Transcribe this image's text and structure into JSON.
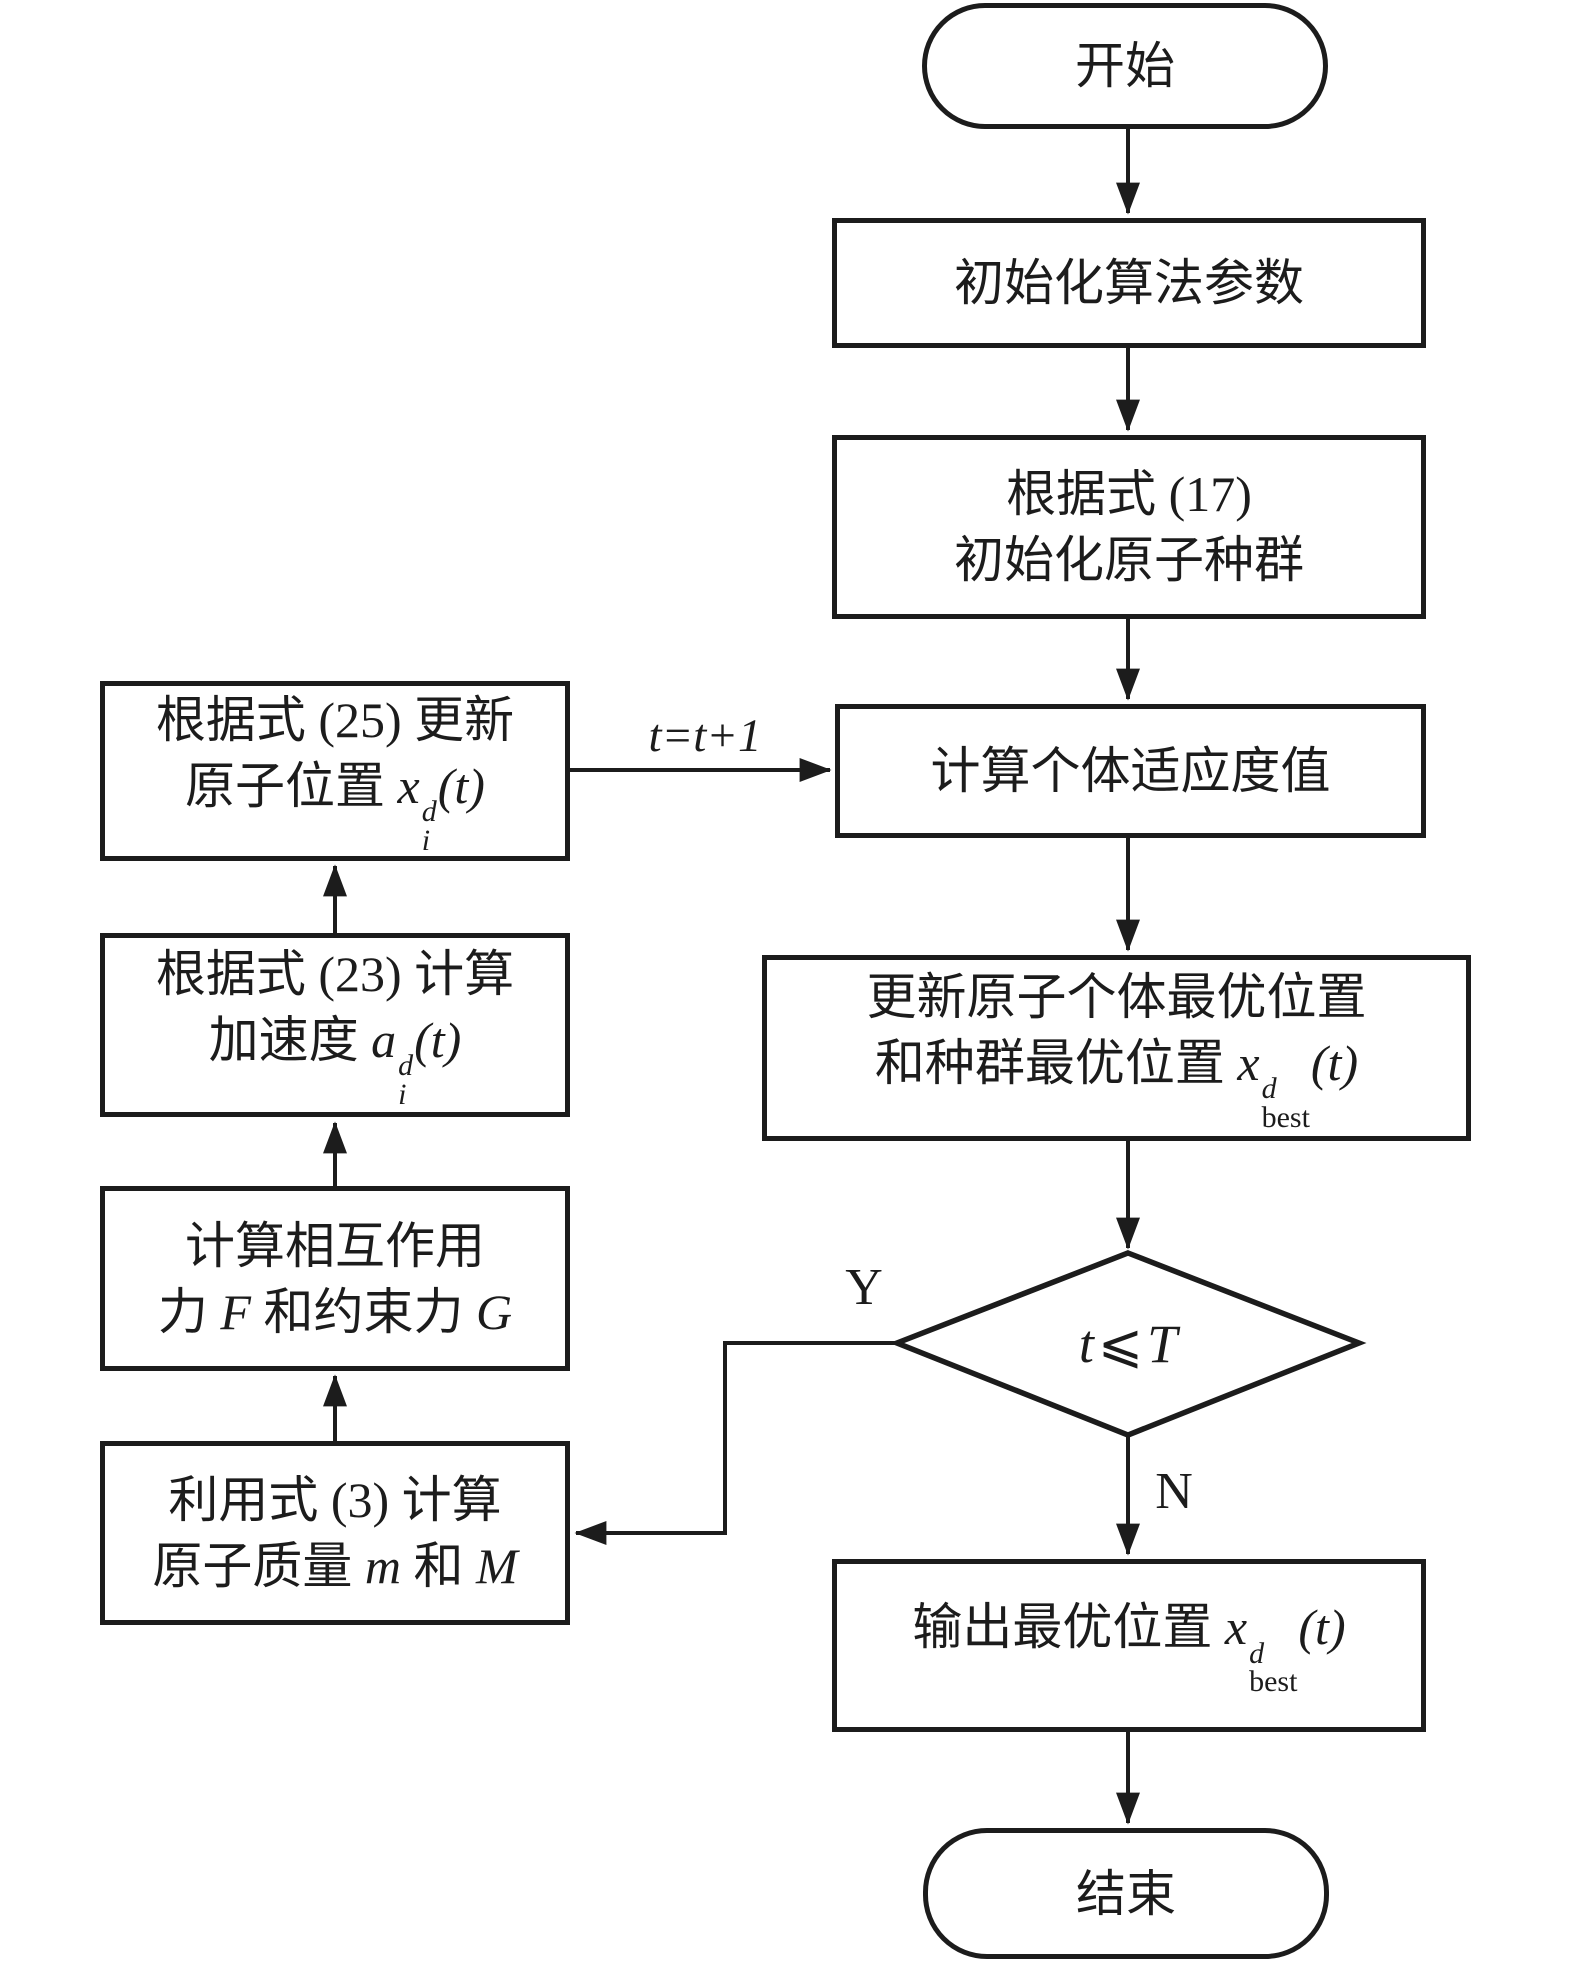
{
  "meta": {
    "background_color": "#ffffff",
    "ink_color": "#1c1c1c",
    "diagram_type": "flowchart"
  },
  "nodes": {
    "start": {
      "label": "开始"
    },
    "init_params": {
      "label": "初始化算法参数"
    },
    "init_population": {
      "line1": "根据式 (17)",
      "line2": "初始化原子种群"
    },
    "fitness": {
      "label": "计算个体适应度值"
    },
    "update_best": {
      "line1": "更新原子个体最优位置",
      "line2_prefix": "和种群最优位置 ",
      "formula": {
        "base": "x",
        "sup": "d",
        "sub": "best",
        "args": "(t)"
      }
    },
    "decision": {
      "lhs": "t",
      "op": "⩽",
      "rhs": "T"
    },
    "output_best": {
      "prefix": "输出最优位置 ",
      "formula": {
        "base": "x",
        "sup": "d",
        "sub": "best",
        "args": "(t)"
      }
    },
    "end": {
      "label": "结束"
    },
    "update_position": {
      "line1": "根据式 (25) 更新",
      "line2_prefix": "原子位置 ",
      "formula": {
        "base": "x",
        "sup": "d",
        "sub": "i",
        "args": "(t)"
      }
    },
    "acceleration": {
      "line1": "根据式 (23) 计算",
      "line2_prefix": "加速度 ",
      "formula": {
        "base": "a",
        "sup": "d",
        "sub": "i",
        "args": "(t)"
      }
    },
    "forces": {
      "line1": "计算相互作用",
      "line2_seg1": "力 ",
      "line2_var1": "F",
      "line2_seg2": " 和约束力 ",
      "line2_var2": "G"
    },
    "mass": {
      "line1": "利用式 (3) 计算",
      "line2_seg1": "原子质量 ",
      "line2_var1": "m",
      "line2_seg2": " 和 ",
      "line2_var2": "M"
    }
  },
  "edge_labels": {
    "increment": "t=t+1",
    "yes": "Y",
    "no": "N"
  }
}
